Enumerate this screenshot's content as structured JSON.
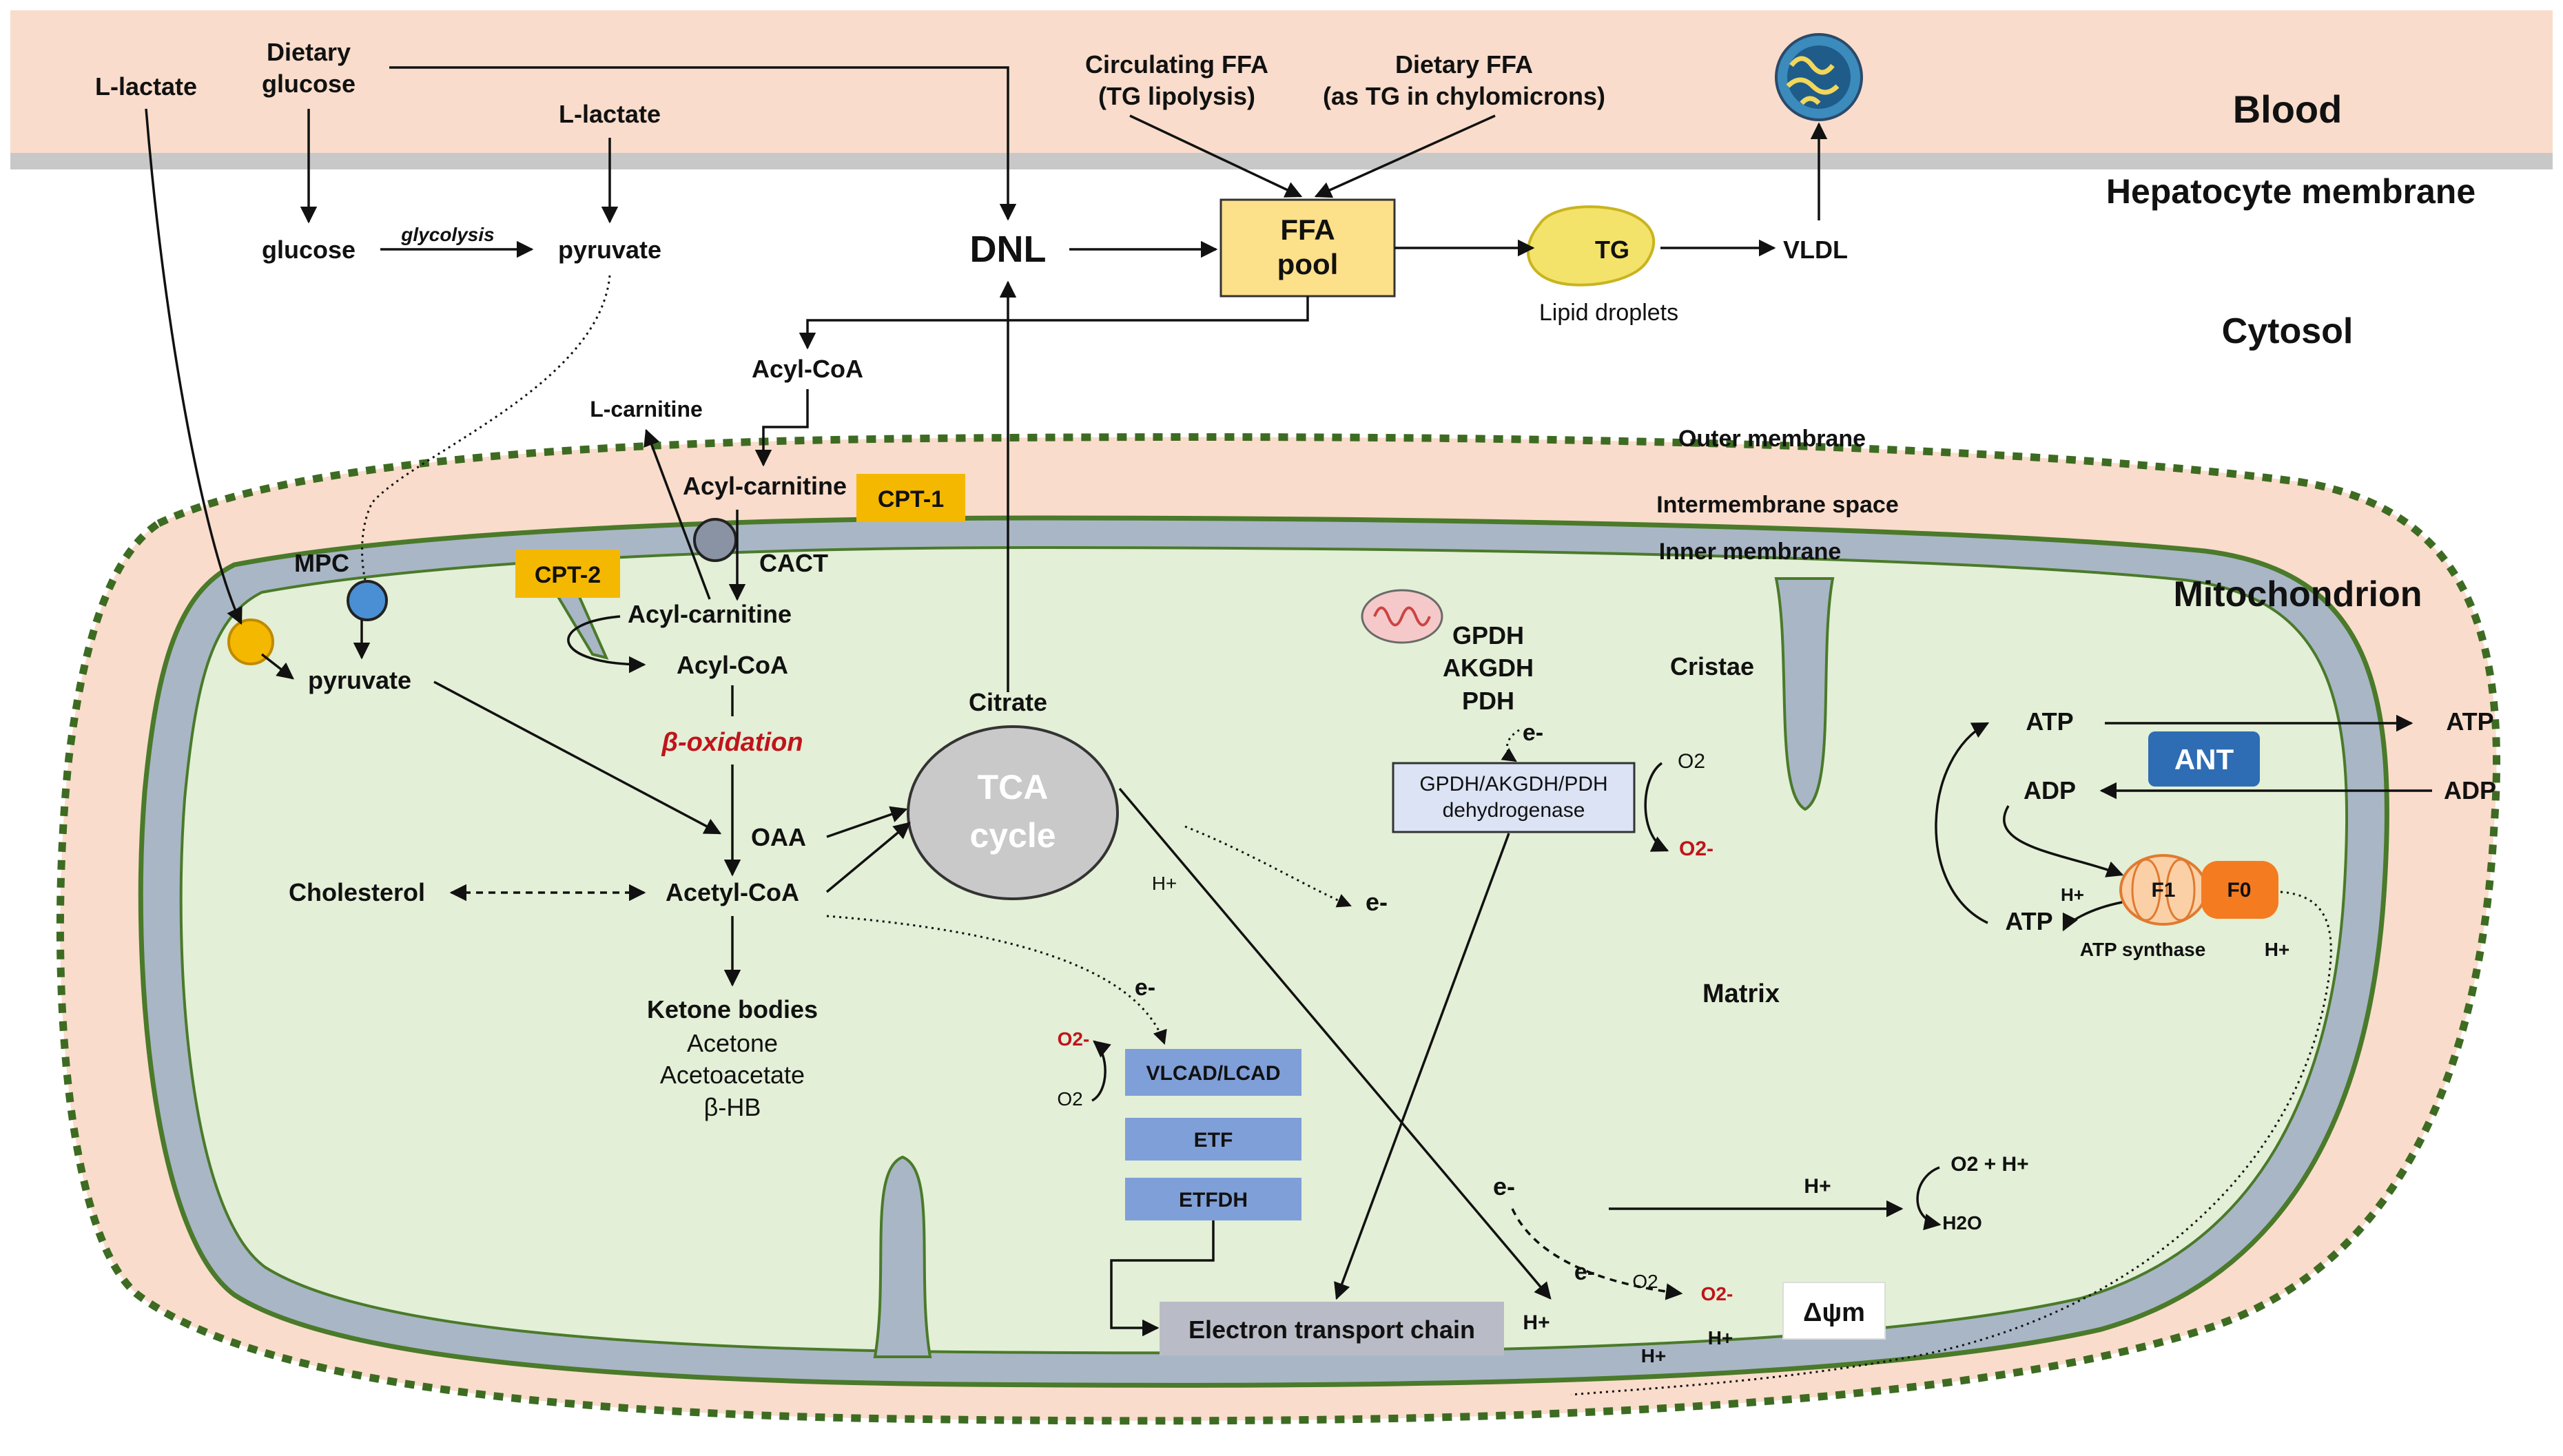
{
  "regions": {
    "blood": "Blood",
    "hepatocyte_membrane": "Hepatocyte membrane",
    "cytosol": "Cytosol",
    "mitochondrion": "Mitochondrion",
    "outer_membrane": "Outer membrane",
    "intermembrane_space": "Intermembrane space",
    "inner_membrane": "Inner membrane",
    "cristae": "Cristae",
    "matrix": "Matrix"
  },
  "blood": {
    "l_lactate_left": "L-lactate",
    "dietary_glucose_1": "Dietary",
    "dietary_glucose_2": "glucose",
    "l_lactate_mid": "L-lactate",
    "circ_ffa_1": "Circulating FFA",
    "circ_ffa_2": "(TG lipolysis)",
    "diet_ffa_1": "Dietary FFA",
    "diet_ffa_2": "(as TG in chylomicrons)"
  },
  "cytosol": {
    "glucose": "glucose",
    "glycolysis": "glycolysis",
    "pyruvate": "pyruvate",
    "dnl": "DNL",
    "ffa_pool_1": "FFA",
    "ffa_pool_2": "pool",
    "tg": "TG",
    "lipid_droplets": "Lipid droplets",
    "vldl": "VLDL",
    "acyl_coa": "Acyl-CoA",
    "l_carnitine": "L-carnitine"
  },
  "transport": {
    "acyl_carnitine_outer": "Acyl-carnitine",
    "cpt1": "CPT-1",
    "cpt2": "CPT-2",
    "cact": "CACT",
    "mpc": "MPC"
  },
  "matrix": {
    "acyl_carnitine": "Acyl-carnitine",
    "acyl_coa": "Acyl-CoA",
    "beta_oxidation": "β-oxidation",
    "pyruvate": "pyruvate",
    "oaa": "OAA",
    "acetyl_coa": "Acetyl-CoA",
    "cholesterol": "Cholesterol",
    "ketone_bodies": "Ketone bodies",
    "acetone": "Acetone",
    "acetoacetate": "Acetoacetate",
    "bhb": "β-HB",
    "citrate": "Citrate",
    "tca_1": "TCA",
    "tca_2": "cycle",
    "gpdh": "GPDH",
    "akgdh": "AKGDH",
    "pdh": "PDH",
    "e_minus": "e-",
    "dehydrogenase_1": "GPDH/AKGDH/PDH",
    "dehydrogenase_2": "dehydrogenase",
    "o2": "O2",
    "o2_minus": "O2-",
    "h_plus": "H+",
    "vlcad": "VLCAD/LCAD",
    "etf": "ETF",
    "etfdh": "ETFDH",
    "etc": "Electron transport chain",
    "o2_h": "O2 + H+",
    "h2o": "H2O",
    "delta_psi": "Δψm",
    "atp": "ATP",
    "adp": "ADP",
    "ant": "ANT",
    "f1": "F1",
    "f0": "F0",
    "atp_synthase": "ATP synthase"
  },
  "colors": {
    "blood_band": "#f9dccb",
    "membrane_bar": "#c8c8c8",
    "intermembrane": "#f9dccb",
    "matrix": "#e3efd6",
    "inner_membrane": "#a9b6c6",
    "membrane_edge": "#4a7a2a",
    "ffa_pool": "#fde08a",
    "cpt": "#f5b800",
    "enzyme_box": "#7f9fd8",
    "ant": "#2e6db4",
    "f0": "#f47b20",
    "f1": "#fbd0a6",
    "tca": "#c9c9c9",
    "red_text": "#c0141b"
  }
}
